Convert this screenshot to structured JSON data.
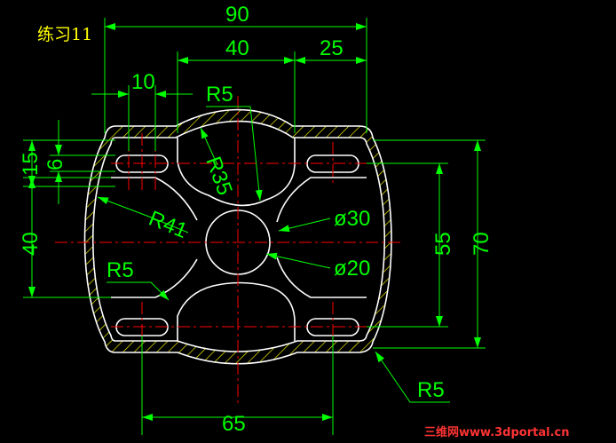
{
  "title": "练习11",
  "watermark": "三维网www.3dportal.cn",
  "colors": {
    "background": "#000000",
    "outline": "#ffffff",
    "hatch": "#ffff00",
    "dimension": "#00ff00",
    "centerline": "#ff0000",
    "title": "#ffff00",
    "watermark": "#ff3333"
  },
  "dimensions": {
    "width_90": "90",
    "width_40": "40",
    "offset_25": "25",
    "width_10": "10",
    "radius_r5_top": "R5",
    "height_15": "15",
    "height_6": "6",
    "radius_r35": "R35",
    "radius_r41": "R41",
    "height_40": "40",
    "diameter_30": "ø30",
    "diameter_20": "ø20",
    "height_55": "55",
    "height_70": "70",
    "radius_r5_left": "R5",
    "width_65": "65",
    "radius_r5_bottom": "R5"
  }
}
